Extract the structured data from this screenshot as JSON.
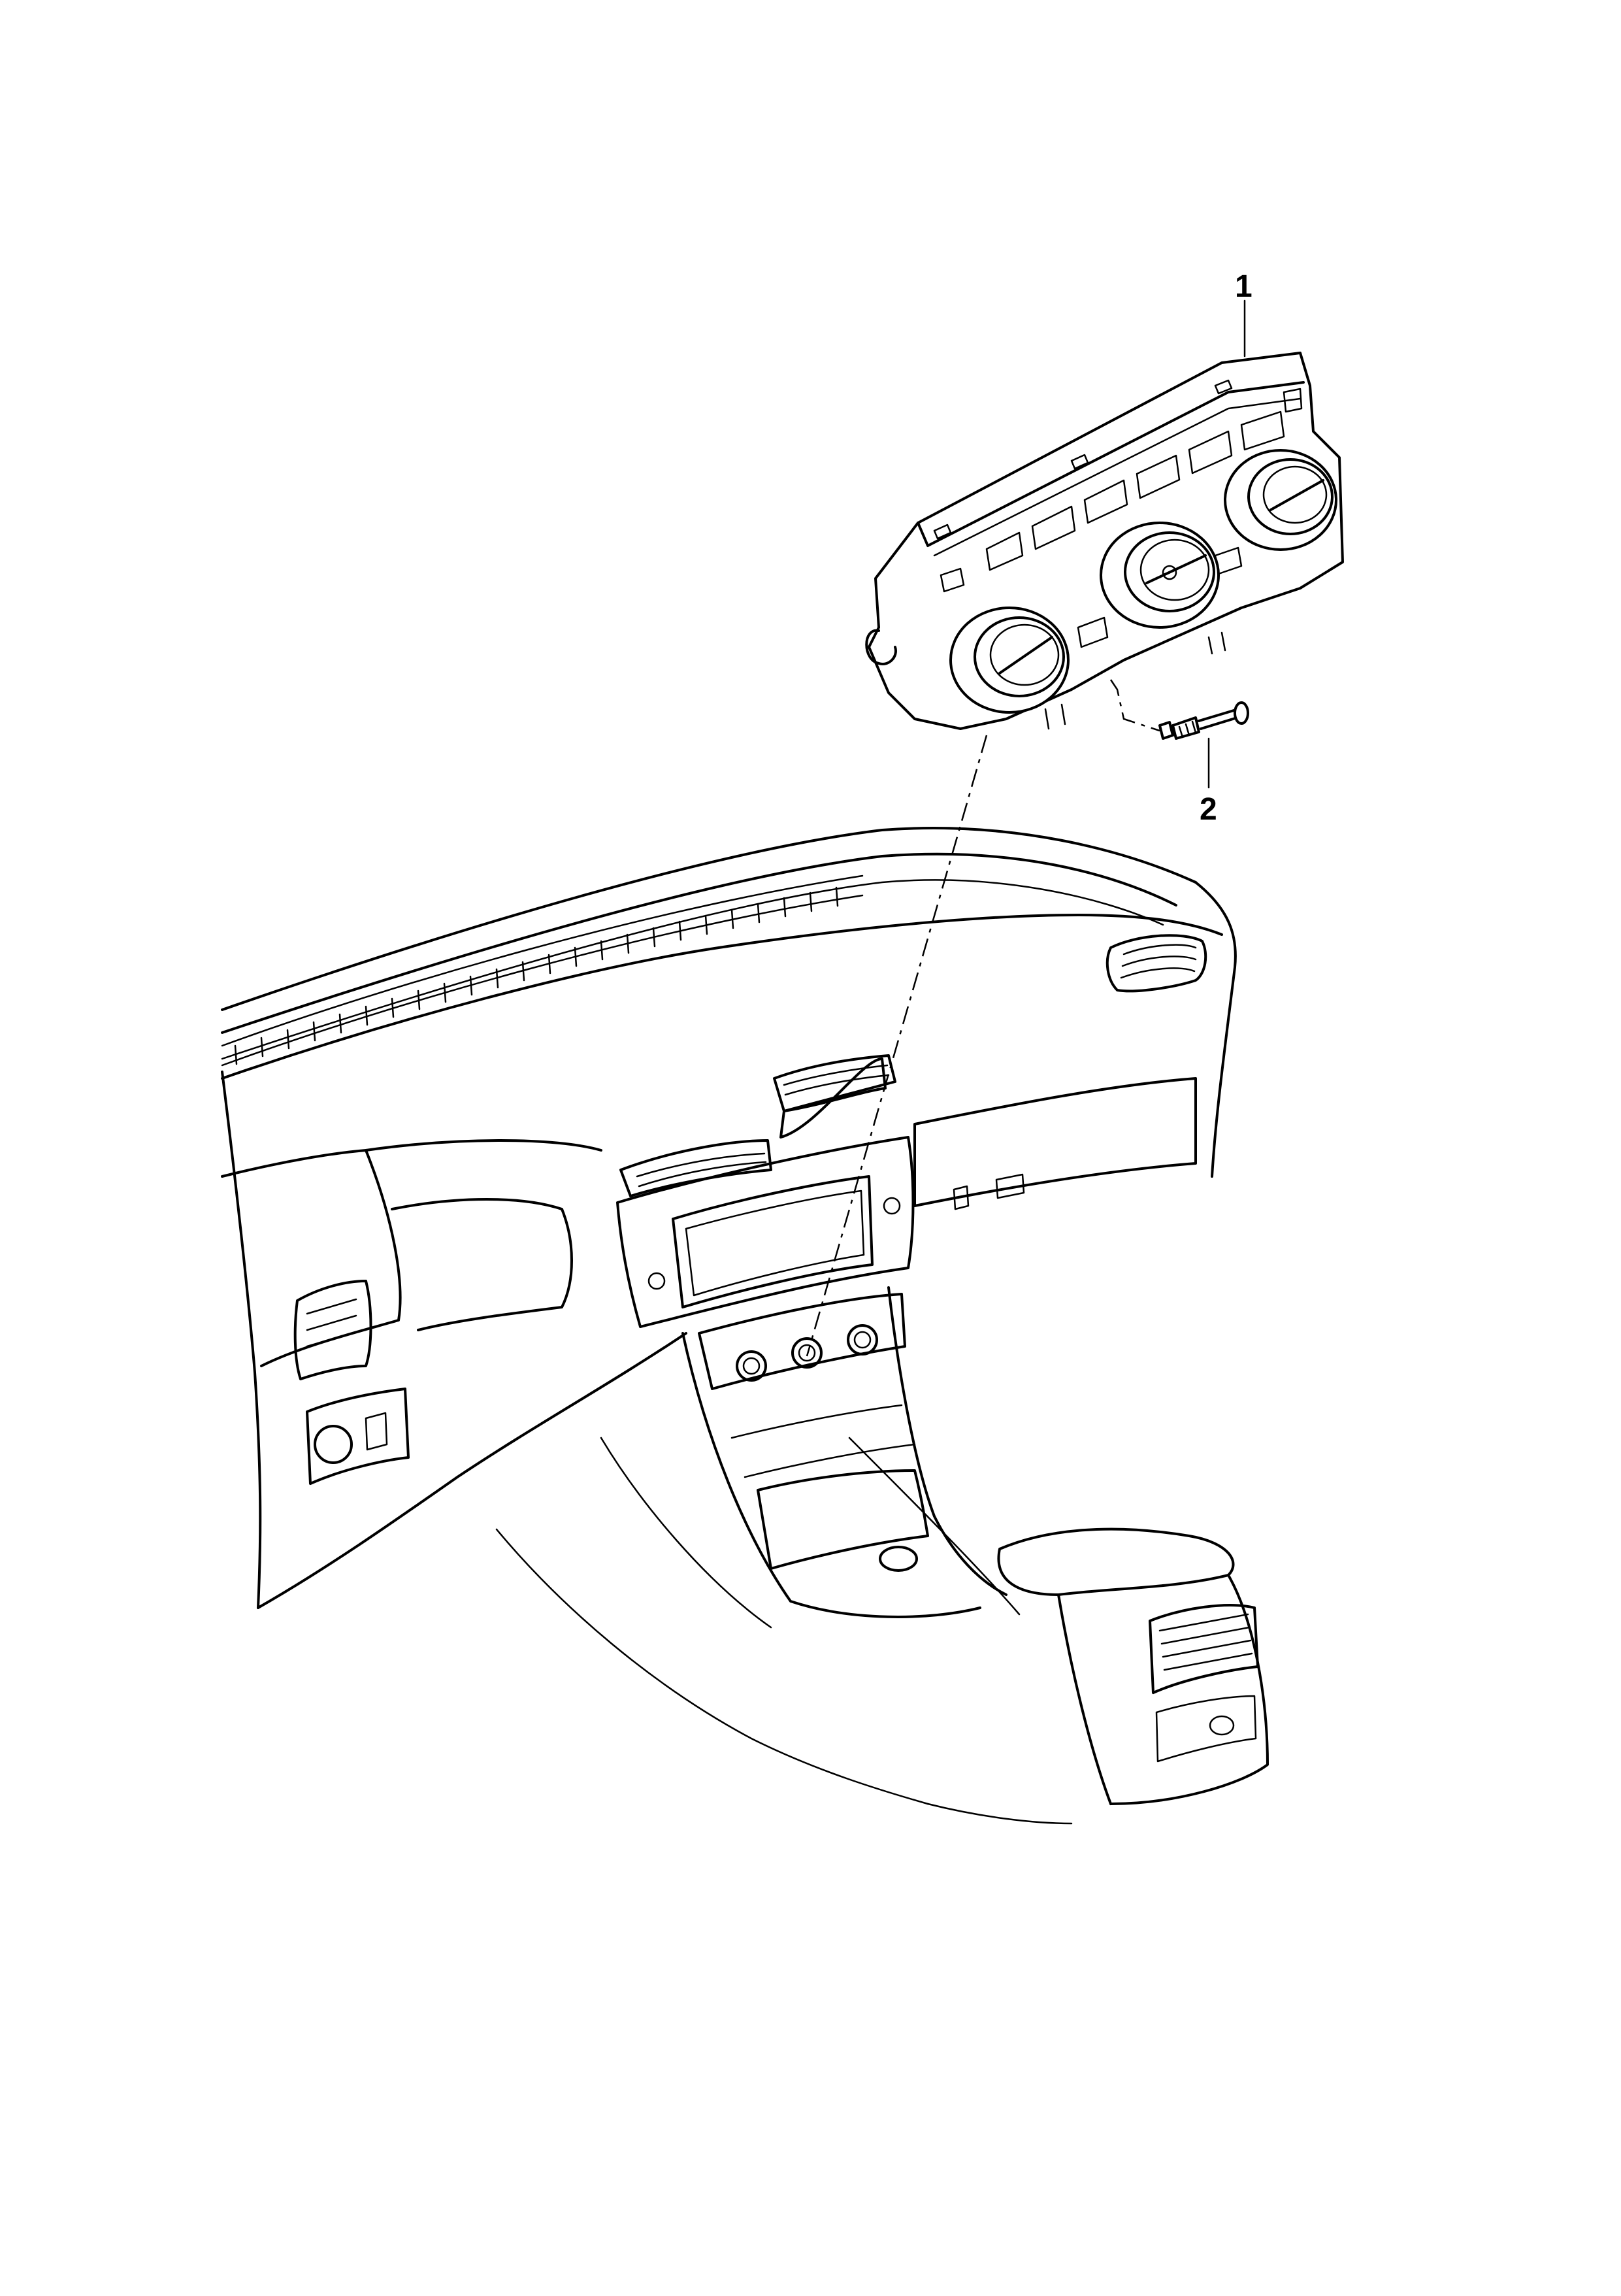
{
  "callouts": [
    {
      "id": "1",
      "label": "1"
    },
    {
      "id": "2",
      "label": "2"
    }
  ],
  "parts": {
    "item_1": "climate-control-panel",
    "item_2": "screw"
  },
  "colors": {
    "line": "#000000",
    "background": "#ffffff"
  }
}
